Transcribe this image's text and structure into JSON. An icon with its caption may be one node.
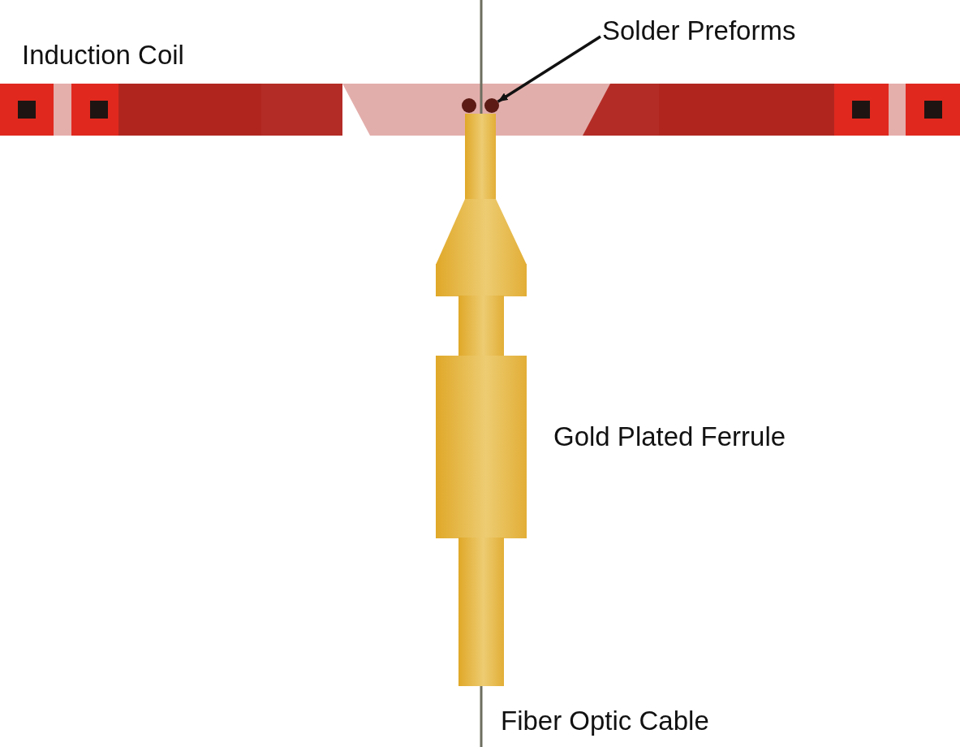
{
  "diagram": {
    "nodes": [
      {
        "text": [
          "Solder Preforms"
        ]
      },
      {
        "text": [],
        "shape": "circle"
      }
    ],
    "edges": [
      {
        "from": 0,
        "to": 1,
        "arrow": "to"
      }
    ],
    "labels": [
      "Induction Coil",
      "Gold Plated Ferrule",
      "Fiber Optic Cable"
    ]
  }
}
